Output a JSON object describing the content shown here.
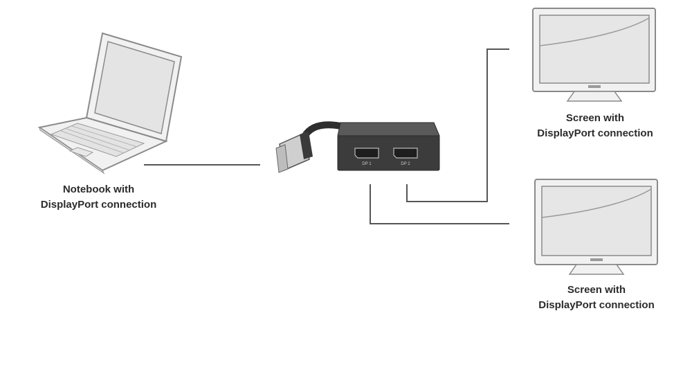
{
  "notebook": {
    "caption_line1": "Notebook with",
    "caption_line2": "DisplayPort connection"
  },
  "screens": [
    {
      "caption_line1": "Screen with",
      "caption_line2": "DisplayPort connection"
    },
    {
      "caption_line1": "Screen with",
      "caption_line2": "DisplayPort connection"
    }
  ],
  "adapter": {
    "port_labels": [
      "DP 1",
      "DP 2"
    ]
  },
  "colors": {
    "device_outline": "#8a8a8a",
    "device_fill": "#f1f1f1",
    "adapter_body": "#3c3c3c",
    "connection_line": "#555555",
    "caption_text": "#2b2b2b"
  }
}
